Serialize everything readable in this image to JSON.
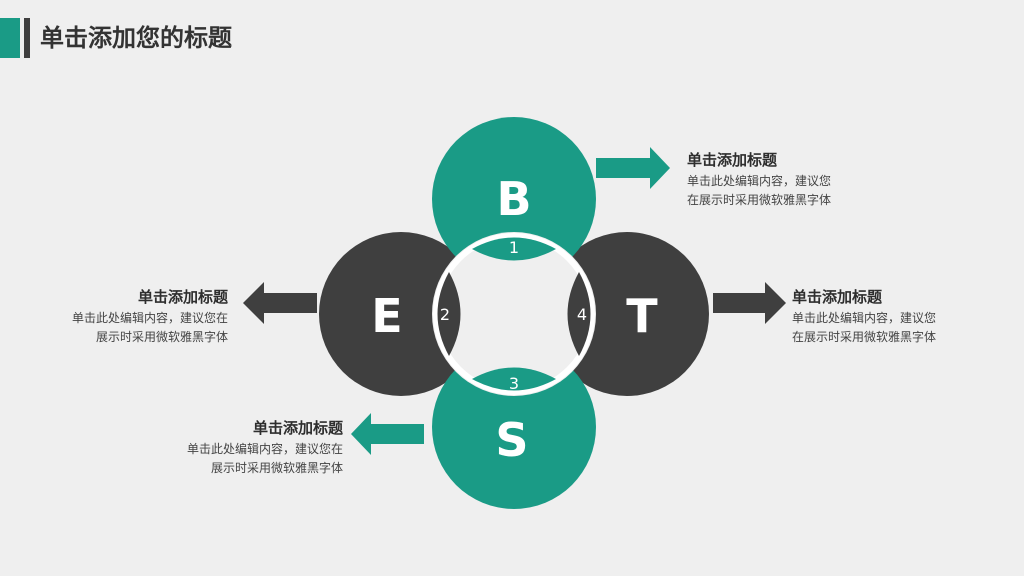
{
  "title": "单击添加您的标题",
  "colors": {
    "teal": "#1a9b86",
    "dark": "#3f3f3f",
    "background": "#efefef",
    "white": "#ffffff"
  },
  "circles": {
    "top": {
      "letter": "B",
      "number": "1"
    },
    "left": {
      "letter": "E",
      "number": "2"
    },
    "bottom": {
      "letter": "S",
      "number": "3"
    },
    "right": {
      "letter": "T",
      "number": "4"
    }
  },
  "blocks": {
    "top_right": {
      "heading": "单击添加标题",
      "text": "单击此处编辑内容，建议您\n在展示时采用微软雅黑字体"
    },
    "right": {
      "heading": "单击添加标题",
      "text": "单击此处编辑内容，建议您\n在展示时采用微软雅黑字体"
    },
    "left": {
      "heading": "单击添加标题",
      "text": "单击此处编辑内容，建议您在\n展示时采用微软雅黑字体"
    },
    "bottom_left": {
      "heading": "单击添加标题",
      "text": "单击此处编辑内容，建议您在\n展示时采用微软雅黑字体"
    }
  }
}
